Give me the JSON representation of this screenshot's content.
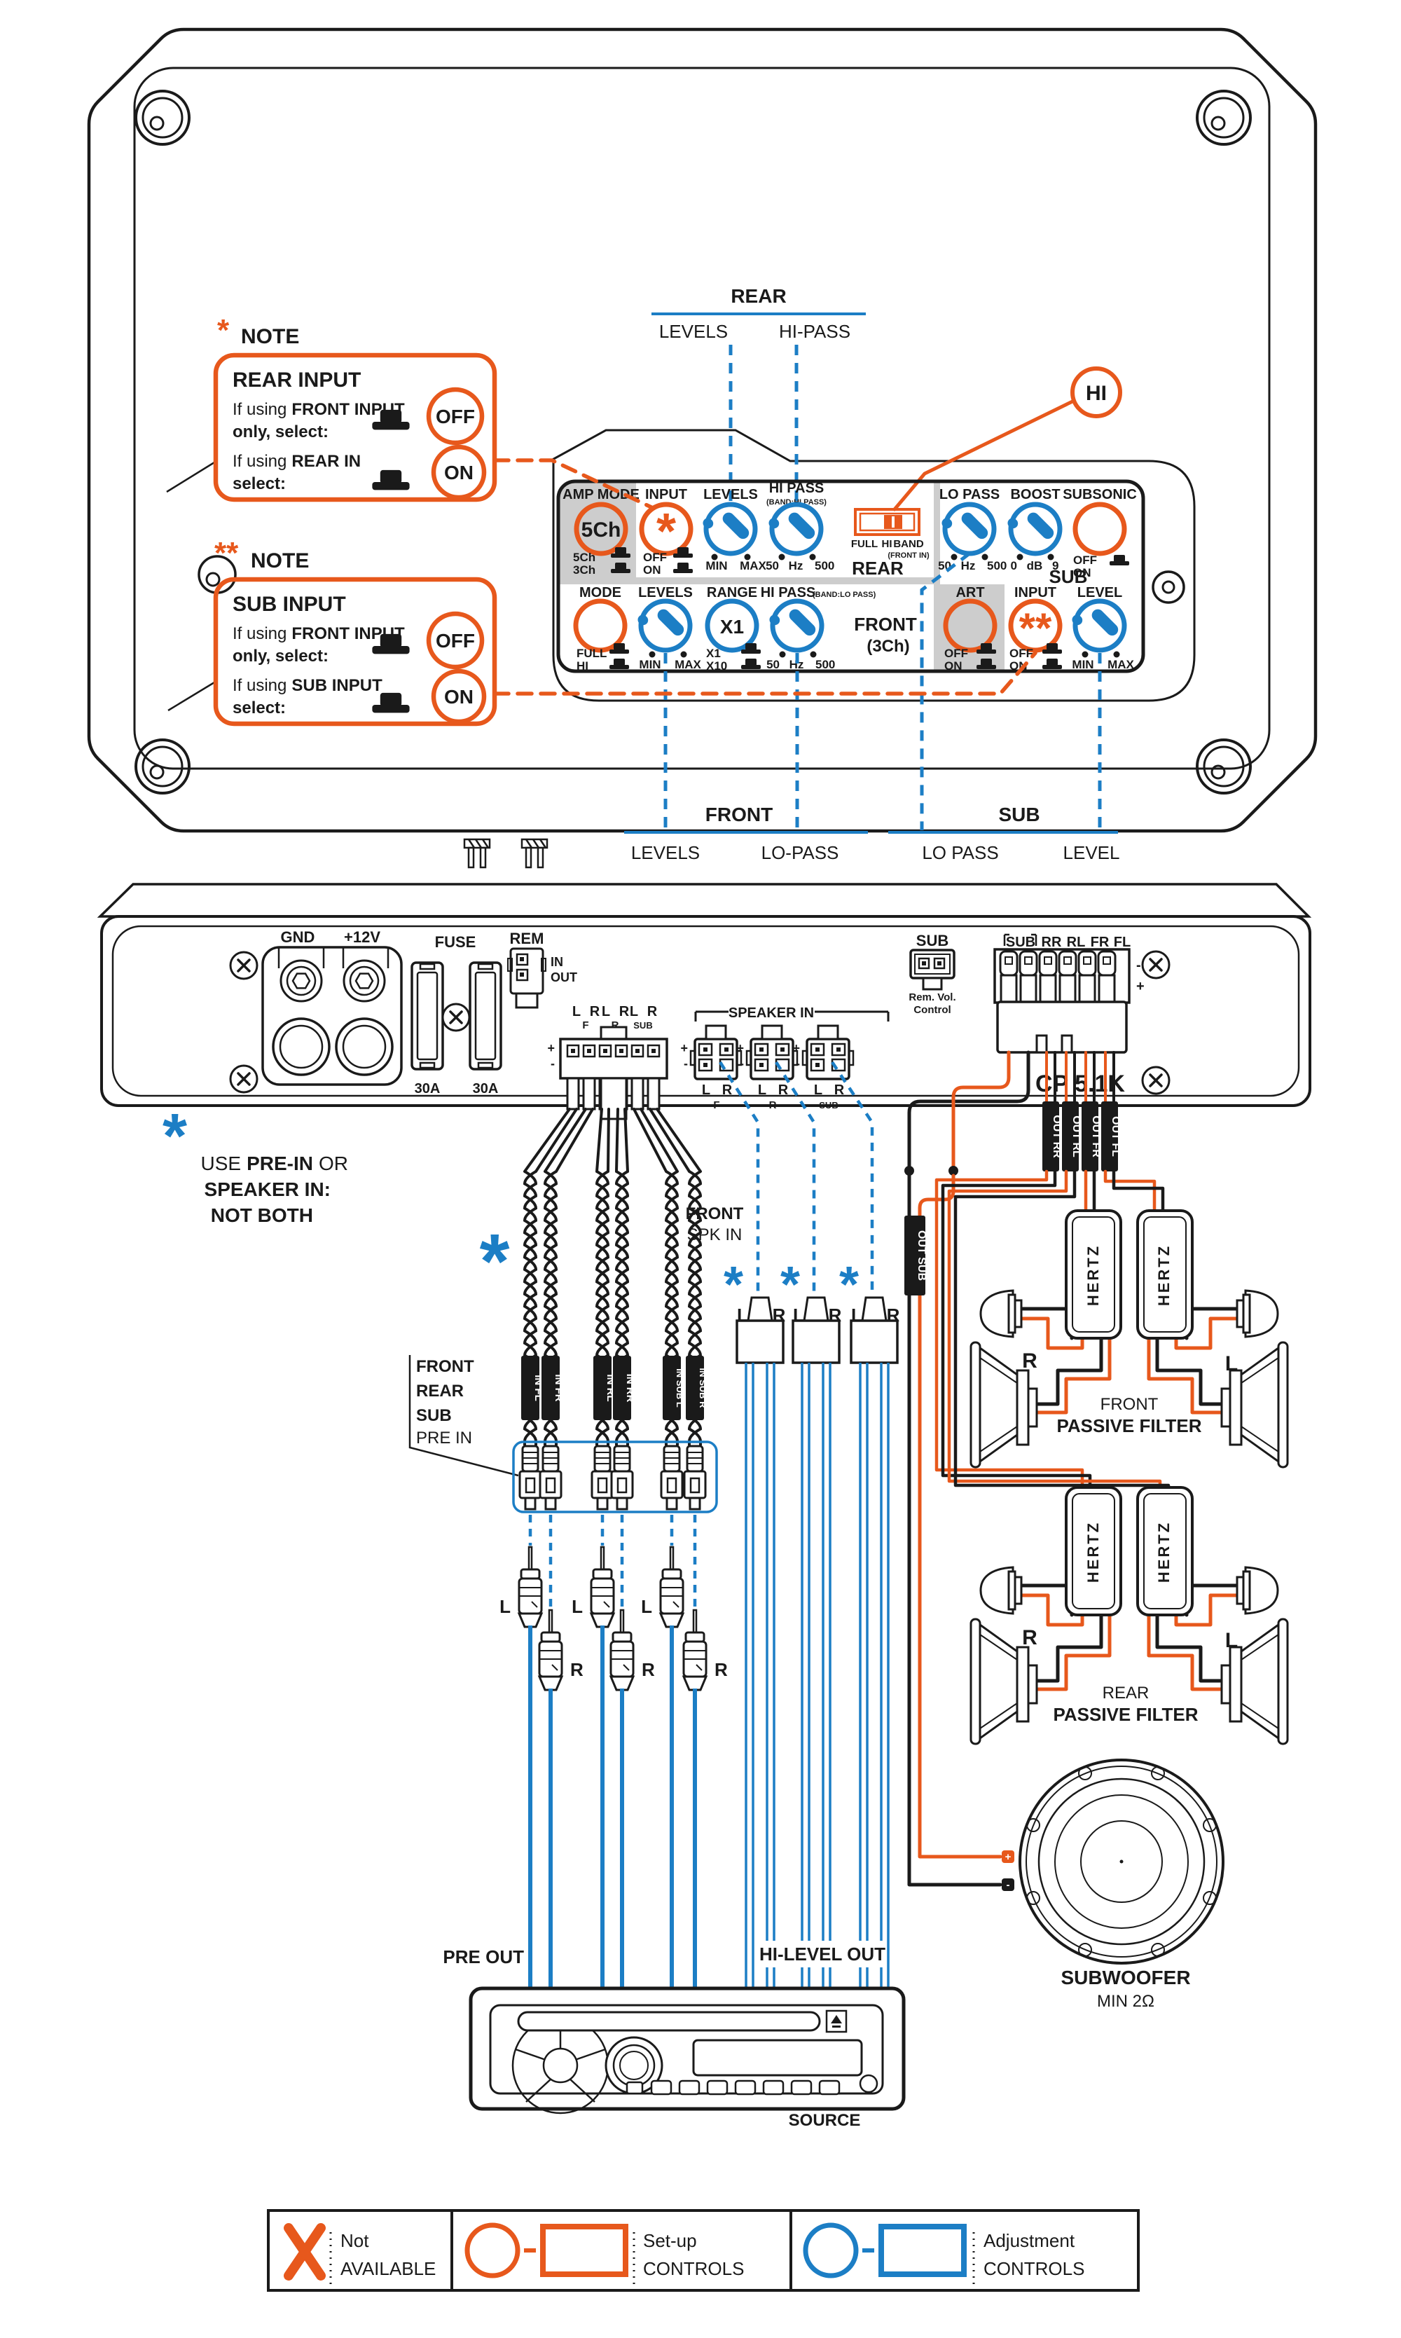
{
  "colors": {
    "orange": "#E7581C",
    "blue": "#1C7EC5",
    "light_blue": "#CFE2F4",
    "black": "#1A1A1A",
    "gray": "#CDCDCD"
  },
  "notes": {
    "note1": {
      "asterisk": "*",
      "title": "NOTE",
      "heading": "REAR INPUT",
      "row1": {
        "prefix": "If using",
        "bold": "FRONT INPUT",
        "suffix": "only, select:",
        "value": "OFF"
      },
      "row2": {
        "prefix": "If using",
        "bold": "REAR IN",
        "suffix": "select:",
        "value": "ON"
      }
    },
    "note2": {
      "asterisk": "**",
      "title": "NOTE",
      "heading": "SUB INPUT",
      "row1": {
        "prefix": "If using",
        "bold": "FRONT INPUT",
        "suffix": "only, select:",
        "value": "OFF"
      },
      "row2": {
        "prefix": "If using",
        "bold": "SUB INPUT",
        "suffix": "select:",
        "value": "ON"
      }
    }
  },
  "panel": {
    "rear_callout": {
      "title": "REAR",
      "left": "LEVELS",
      "right": "HI-PASS"
    },
    "front_callout": {
      "title": "FRONT",
      "left": "LEVELS",
      "right": "LO-PASS"
    },
    "sub_callout": {
      "title": "SUB",
      "left": "LO PASS",
      "right": "LEVEL"
    },
    "hi_badge": "HI",
    "amp_mode": {
      "label": "AMP MODE",
      "value": "5Ch",
      "opt1": "5Ch",
      "opt2": "3Ch"
    },
    "input1": {
      "label": "INPUT",
      "value": "*",
      "opt1": "OFF",
      "opt2": "ON"
    },
    "levels1": {
      "label": "LEVELS",
      "min": "MIN",
      "max": "MAX"
    },
    "hipass1": {
      "label": "HI PASS",
      "sub": "(BAND:HI PASS)",
      "min": "50",
      "unit": "Hz",
      "max": "500"
    },
    "mode_switch": {
      "opt1": "FULL",
      "opt2": "HI",
      "opt3": "BAND",
      "note": "(FRONT IN)",
      "section": "REAR"
    },
    "lopass": {
      "label": "LO PASS",
      "min": "50",
      "unit": "Hz",
      "max": "500"
    },
    "boost": {
      "label": "BOOST",
      "min": "0",
      "unit": "dB",
      "max": "9"
    },
    "subsonic": {
      "label": "SUBSONIC",
      "opt1": "OFF",
      "opt2": "ON"
    },
    "sub_section": "SUB",
    "mode": {
      "label": "MODE",
      "opt1": "FULL",
      "opt2": "HI"
    },
    "levels2": {
      "label": "LEVELS",
      "min": "MIN",
      "max": "MAX"
    },
    "range": {
      "label": "RANGE",
      "value": "X1",
      "opt1": "X1",
      "opt2": "X10"
    },
    "hipass2": {
      "label": "HI PASS",
      "sub": "(BAND:LO PASS)",
      "min": "50",
      "unit": "Hz",
      "max": "500"
    },
    "front_section": {
      "line1": "FRONT",
      "line2": "(3Ch)"
    },
    "art": {
      "label": "ART",
      "opt1": "OFF",
      "opt2": "ON"
    },
    "input2": {
      "label": "INPUT",
      "value": "**",
      "opt1": "OFF",
      "opt2": "ON"
    },
    "level": {
      "label": "LEVEL",
      "min": "MIN",
      "max": "MAX"
    }
  },
  "back": {
    "gnd": "GND",
    "v12": "+12V",
    "fuse": "FUSE",
    "fuse_a1": "30A",
    "fuse_a2": "30A",
    "rem": "REM",
    "rem_in": "IN",
    "rem_out": "OUT",
    "plus": "+",
    "minus": "-",
    "pre_pairs": [
      {
        "l": "L",
        "r": "R",
        "ch": "F"
      },
      {
        "l": "L",
        "r": "R",
        "ch": "R"
      },
      {
        "l": "L",
        "r": "R",
        "ch": "SUB"
      }
    ],
    "speaker_in": "SPEAKER IN",
    "spk_pairs": [
      {
        "l": "L",
        "r": "R",
        "ch": "F"
      },
      {
        "l": "L",
        "r": "R",
        "ch": "R"
      },
      {
        "l": "L",
        "r": "R",
        "ch": "SUB"
      }
    ],
    "sub": "SUB",
    "rem_vol_1": "Rem. Vol.",
    "rem_vol_2": "Control",
    "out_sub": "SUB",
    "out_ch": [
      "RR",
      "RL",
      "FR",
      "FL"
    ],
    "model": "CP 5.1K"
  },
  "wiring": {
    "usage": {
      "asterisk": "*",
      "l1a": "USE",
      "l1b": "PRE-IN",
      "l1c": "OR",
      "l2": "SPEAKER IN:",
      "l3": "NOT BOTH"
    },
    "front_spk": {
      "line1": "FRONT",
      "line2": "SPK IN"
    },
    "pre_callout": {
      "line1": "FRONT",
      "line2": "REAR",
      "line3": "SUB",
      "line4": "PRE IN"
    },
    "in_tags": [
      "IN FL",
      "IN FR",
      "IN RL",
      "IN RR",
      "IN SUB L",
      "IN SUB R"
    ],
    "out_tags": [
      "OUT RR",
      "OUT RL",
      "OUT FR",
      "OUT FL"
    ],
    "out_sub_tag": "OUT SUB",
    "asterisk": "*",
    "rca_l": "L",
    "rca_r": "R",
    "spk_l": "L",
    "spk_r": "R",
    "pre_out": "PRE OUT",
    "hi_level_out": "HI-LEVEL OUT",
    "source": "SOURCE",
    "brand": "HERTZ",
    "front_filter": {
      "r": "R",
      "l": "L",
      "line1": "FRONT",
      "line2": "PASSIVE FILTER"
    },
    "rear_filter": {
      "r": "R",
      "l": "L",
      "line1": "REAR",
      "line2": "PASSIVE FILTER"
    },
    "sub_out": {
      "line1": "SUBWOOFER",
      "line2": "MIN 2Ω",
      "plus": "+",
      "minus": "-"
    }
  },
  "legend": {
    "na": {
      "line1": "Not",
      "line2": "AVAILABLE"
    },
    "setup": {
      "line1": "Set-up",
      "line2": "CONTROLS"
    },
    "adjust": {
      "line1": "Adjustment",
      "line2": "CONTROLS"
    }
  }
}
